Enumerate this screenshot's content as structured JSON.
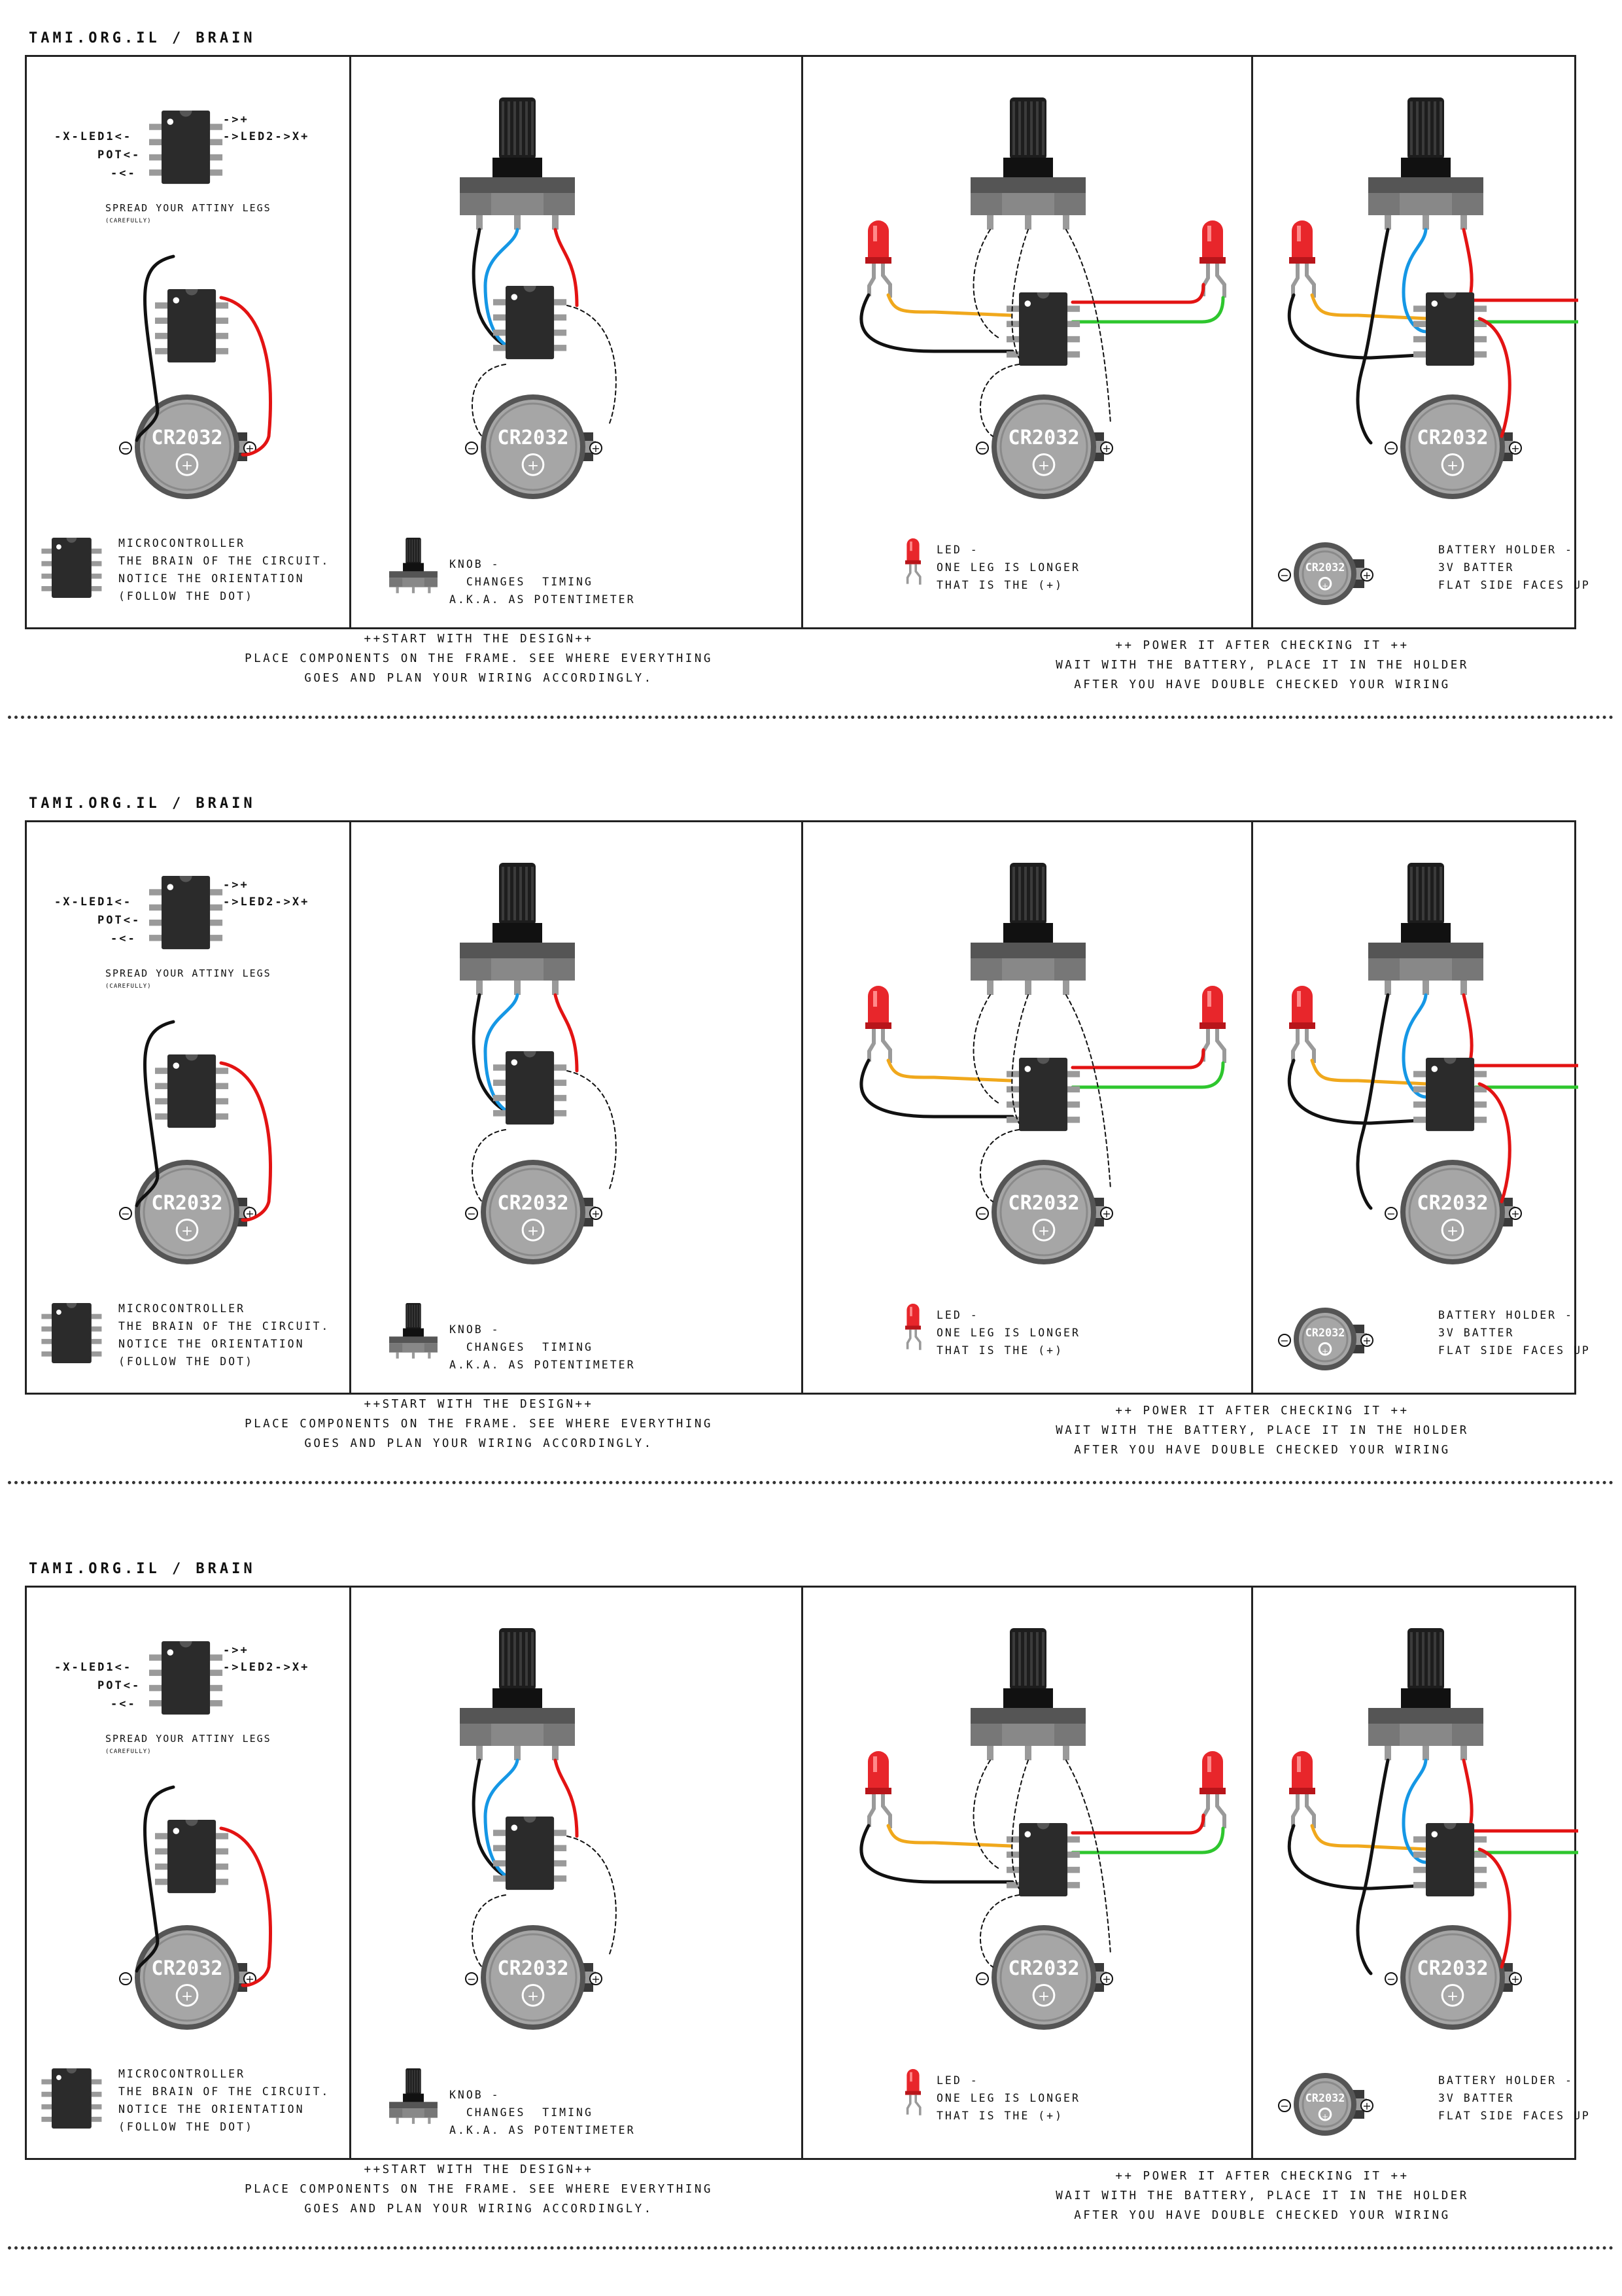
{
  "site": "TAMI.ORG.IL / BRAIN",
  "pinout": {
    "led1": "-X-LED1<-",
    "pot": "POT<-",
    "gnd": "-<-",
    "vcc": "->+",
    "led2": "->LED2->X+",
    "spread": "SPREAD YOUR ATTINY LEGS",
    "carefully": "(CAREFULLY)"
  },
  "battery_label": "CR2032",
  "minus": "−",
  "plus": "+",
  "captions": {
    "micro": [
      "MICROCONTROLLER",
      "THE BRAIN OF THE CIRCUIT.",
      "NOTICE THE ORIENTATION",
      "(FOLLOW THE DOT)"
    ],
    "knob": [
      "KNOB -",
      "  CHANGES  TIMING",
      "A.K.A. AS POTENTIMETER"
    ],
    "led": [
      "LED -",
      "ONE LEG IS LONGER",
      "THAT IS THE (+)"
    ],
    "battery": [
      "BATTERY HOLDER -",
      "3V BATTER",
      "FLAT SIDE FACES UP"
    ]
  },
  "note_left": [
    "++START WITH THE DESIGN++",
    "PLACE COMPONENTS ON THE FRAME. SEE WHERE EVERYTHING",
    "GOES AND PLAN YOUR WIRING ACCORDINGLY."
  ],
  "note_right": [
    "++ POWER IT AFTER CHECKING IT ++",
    "WAIT WITH THE BATTERY, PLACE IT IN THE HOLDER",
    "AFTER YOU HAVE DOUBLE CHECKED YOUR WIRING"
  ],
  "colors": {
    "chip": "#2b2b2b",
    "pin": "#9a9a9a",
    "battery": "#a6a6a6",
    "wire_red": "#e31313",
    "wire_black": "#111111",
    "wire_blue": "#1597e5",
    "wire_orange": "#f0a81c",
    "wire_green": "#2ec62e",
    "led_red": "#e8262b"
  }
}
